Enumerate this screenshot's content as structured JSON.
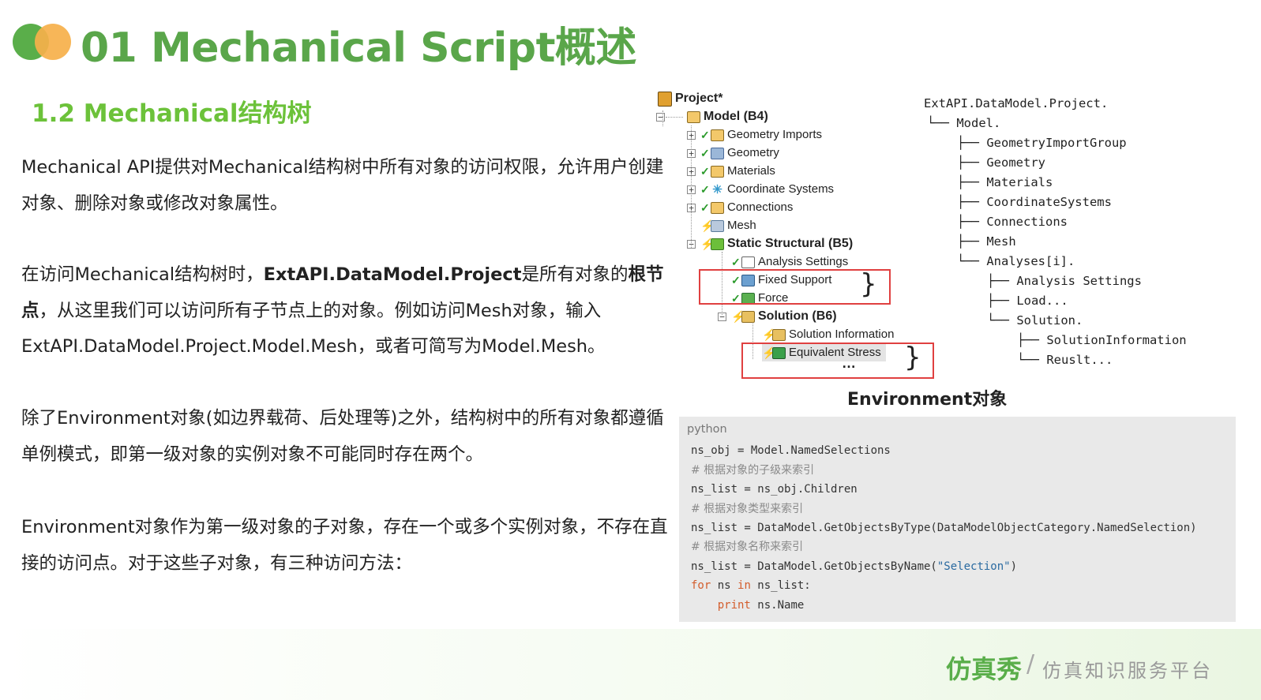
{
  "header": {
    "title": "01 Mechanical Script概述"
  },
  "section": {
    "title": "1.2 Mechanical结构树"
  },
  "paragraphs": {
    "p1": "Mechanical  API提供对Mechanical结构树中所有对象的访问权限，允许用户创建对象、删除对象或修改对象属性。",
    "p2_a": "在访问Mechanical结构树时，",
    "p2_b": "ExtAPI.DataModel.Project",
    "p2_c": "是所有对象的",
    "p2_d": "根节点",
    "p2_e": "，从这里我们可以访问所有子节点上的对象。例如访问Mesh对象，输入ExtAPI.DataModel.Project.Model.Mesh，或者可简写为Model.Mesh。",
    "p3": "除了Environment对象(如边界载荷、后处理等)之外，结构树中的所有对象都遵循单例模式，即第一级对象的实例对象不可能同时存在两个。",
    "p4": "Environment对象作为第一级对象的子对象，存在一个或多个实例对象，不存在直接的访问点。对于这些子对象，有三种访问方法："
  },
  "tree": {
    "items": [
      {
        "label": "Project*",
        "icon": "project-icon"
      },
      {
        "label": "Model (B4)",
        "icon": "model-icon"
      },
      {
        "label": "Geometry Imports",
        "icon": "geometry-imports-icon"
      },
      {
        "label": "Geometry",
        "icon": "geometry-icon"
      },
      {
        "label": "Materials",
        "icon": "materials-icon"
      },
      {
        "label": "Coordinate Systems",
        "icon": "coordinate-systems-icon"
      },
      {
        "label": "Connections",
        "icon": "connections-icon"
      },
      {
        "label": "Mesh",
        "icon": "mesh-icon"
      },
      {
        "label": "Static Structural (B5)",
        "icon": "static-structural-icon"
      },
      {
        "label": "Analysis Settings",
        "icon": "analysis-settings-icon"
      },
      {
        "label": "Fixed Support",
        "icon": "fixed-support-icon"
      },
      {
        "label": "Force",
        "icon": "force-icon"
      },
      {
        "label": "Solution (B6)",
        "icon": "solution-icon"
      },
      {
        "label": "Solution Information",
        "icon": "solution-information-icon"
      },
      {
        "label": "Equivalent Stress",
        "icon": "equivalent-stress-icon"
      }
    ],
    "ellipsis": "…",
    "caption": "Environment对象"
  },
  "api_tree": {
    "lines": [
      "ExtAPI.DataModel.Project.",
      "└── Model.",
      "├── GeometryImportGroup",
      "├── Geometry",
      "├── Materials",
      "├── CoordinateSystems",
      "├── Connections",
      "├── Mesh",
      "└── Analyses[i].",
      "├── Analysis Settings",
      "├── Load...",
      "└── Solution.",
      "├── SolutionInformation",
      "└── Reuslt..."
    ]
  },
  "code": {
    "language": "python",
    "l1": "ns_obj = Model.NamedSelections",
    "l2": "# 根据对象的子级来索引",
    "l3": "ns_list = ns_obj.Children",
    "l4": "# 根据对象类型来索引",
    "l5": "ns_list = DataModel.GetObjectsByType(DataModelObjectCategory.NamedSelection)",
    "l6": "# 根据对象名称来索引",
    "l7a": "ns_list = DataModel.GetObjectsByName(",
    "l7b": "\"Selection\"",
    "l7c": ")",
    "l8a": "for",
    "l8b": " ns ",
    "l8c": "in",
    "l8d": " ns_list:",
    "l9a": "    ",
    "l9b": "print",
    "l9c": " ns.Name"
  },
  "footer": {
    "brand": "仿真秀",
    "separator": "/",
    "tagline": "仿真知识服务平台"
  },
  "colors": {
    "title_green": "#5aa64a",
    "section_green": "#6cc23a",
    "logo_green": "#5aae4a",
    "logo_orange": "#f6b04a",
    "highlight_red": "#e04040",
    "code_bg": "#e9e9e9"
  }
}
